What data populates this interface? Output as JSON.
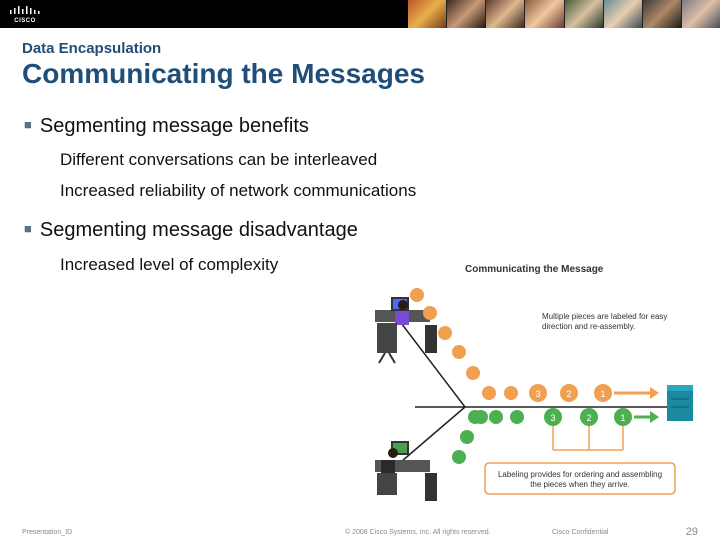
{
  "header": {
    "logo_text": "CISCO",
    "subtitle": "Data Encapsulation",
    "title": "Communicating the Messages"
  },
  "content": {
    "bullets": [
      {
        "text": "Segmenting message benefits",
        "sub": [
          "Different conversations can be interleaved",
          "Increased reliability of network communications"
        ]
      },
      {
        "text": "Segmenting message disadvantage",
        "sub": [
          "Increased level of complexity"
        ]
      }
    ]
  },
  "figure": {
    "title": "Communicating the Message",
    "callout_top": [
      "Multiple pieces are labeled for easy",
      "direction and re-assembly."
    ],
    "callout_bottom": [
      "Labeling provides for ordering and assembling",
      "the pieces when they arrive."
    ],
    "orange_labels": [
      "3",
      "2",
      "1"
    ],
    "green_labels": [
      "3",
      "2",
      "1"
    ],
    "colors": {
      "orange": "#f0a050",
      "green": "#4caf50",
      "server": "#1a8aa0",
      "line": "#222222"
    }
  },
  "footer": {
    "left": "Presentation_ID",
    "center": "© 2008 Cisco Systems, Inc. All rights reserved.",
    "right": "Cisco Confidential",
    "page": "29"
  }
}
